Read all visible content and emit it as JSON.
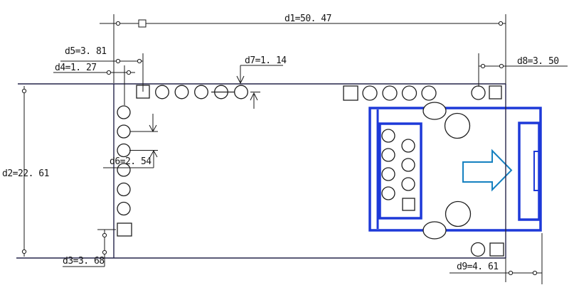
{
  "drawing": {
    "type": "cad-dimension-drawing",
    "subject": "PCB module top view with connector",
    "labels": {
      "d1": "d1=50. 47",
      "d2": "d2=22. 61",
      "d3": "d3=3. 68",
      "d4": "d4=1. 27",
      "d5": "d5=3. 81",
      "d6": "d6=2. 54",
      "d7": "d7=1. 14",
      "d8": "d8=3. 50",
      "d9": "d9=4. 61"
    },
    "values_mm": {
      "d1": 50.47,
      "d2": 22.61,
      "d3": 3.68,
      "d4": 1.27,
      "d5": 3.81,
      "d6": 2.54,
      "d7": 1.14,
      "d8": 3.5,
      "d9": 4.61
    },
    "colors": {
      "connector_blue": "#1d39d8",
      "arrow_blue": "#1581c0",
      "line_dark": "#1a1a1a",
      "board_edge": "#25254a",
      "background": "#ffffff"
    },
    "icons": {
      "direction_arrow": "right-arrow"
    }
  }
}
